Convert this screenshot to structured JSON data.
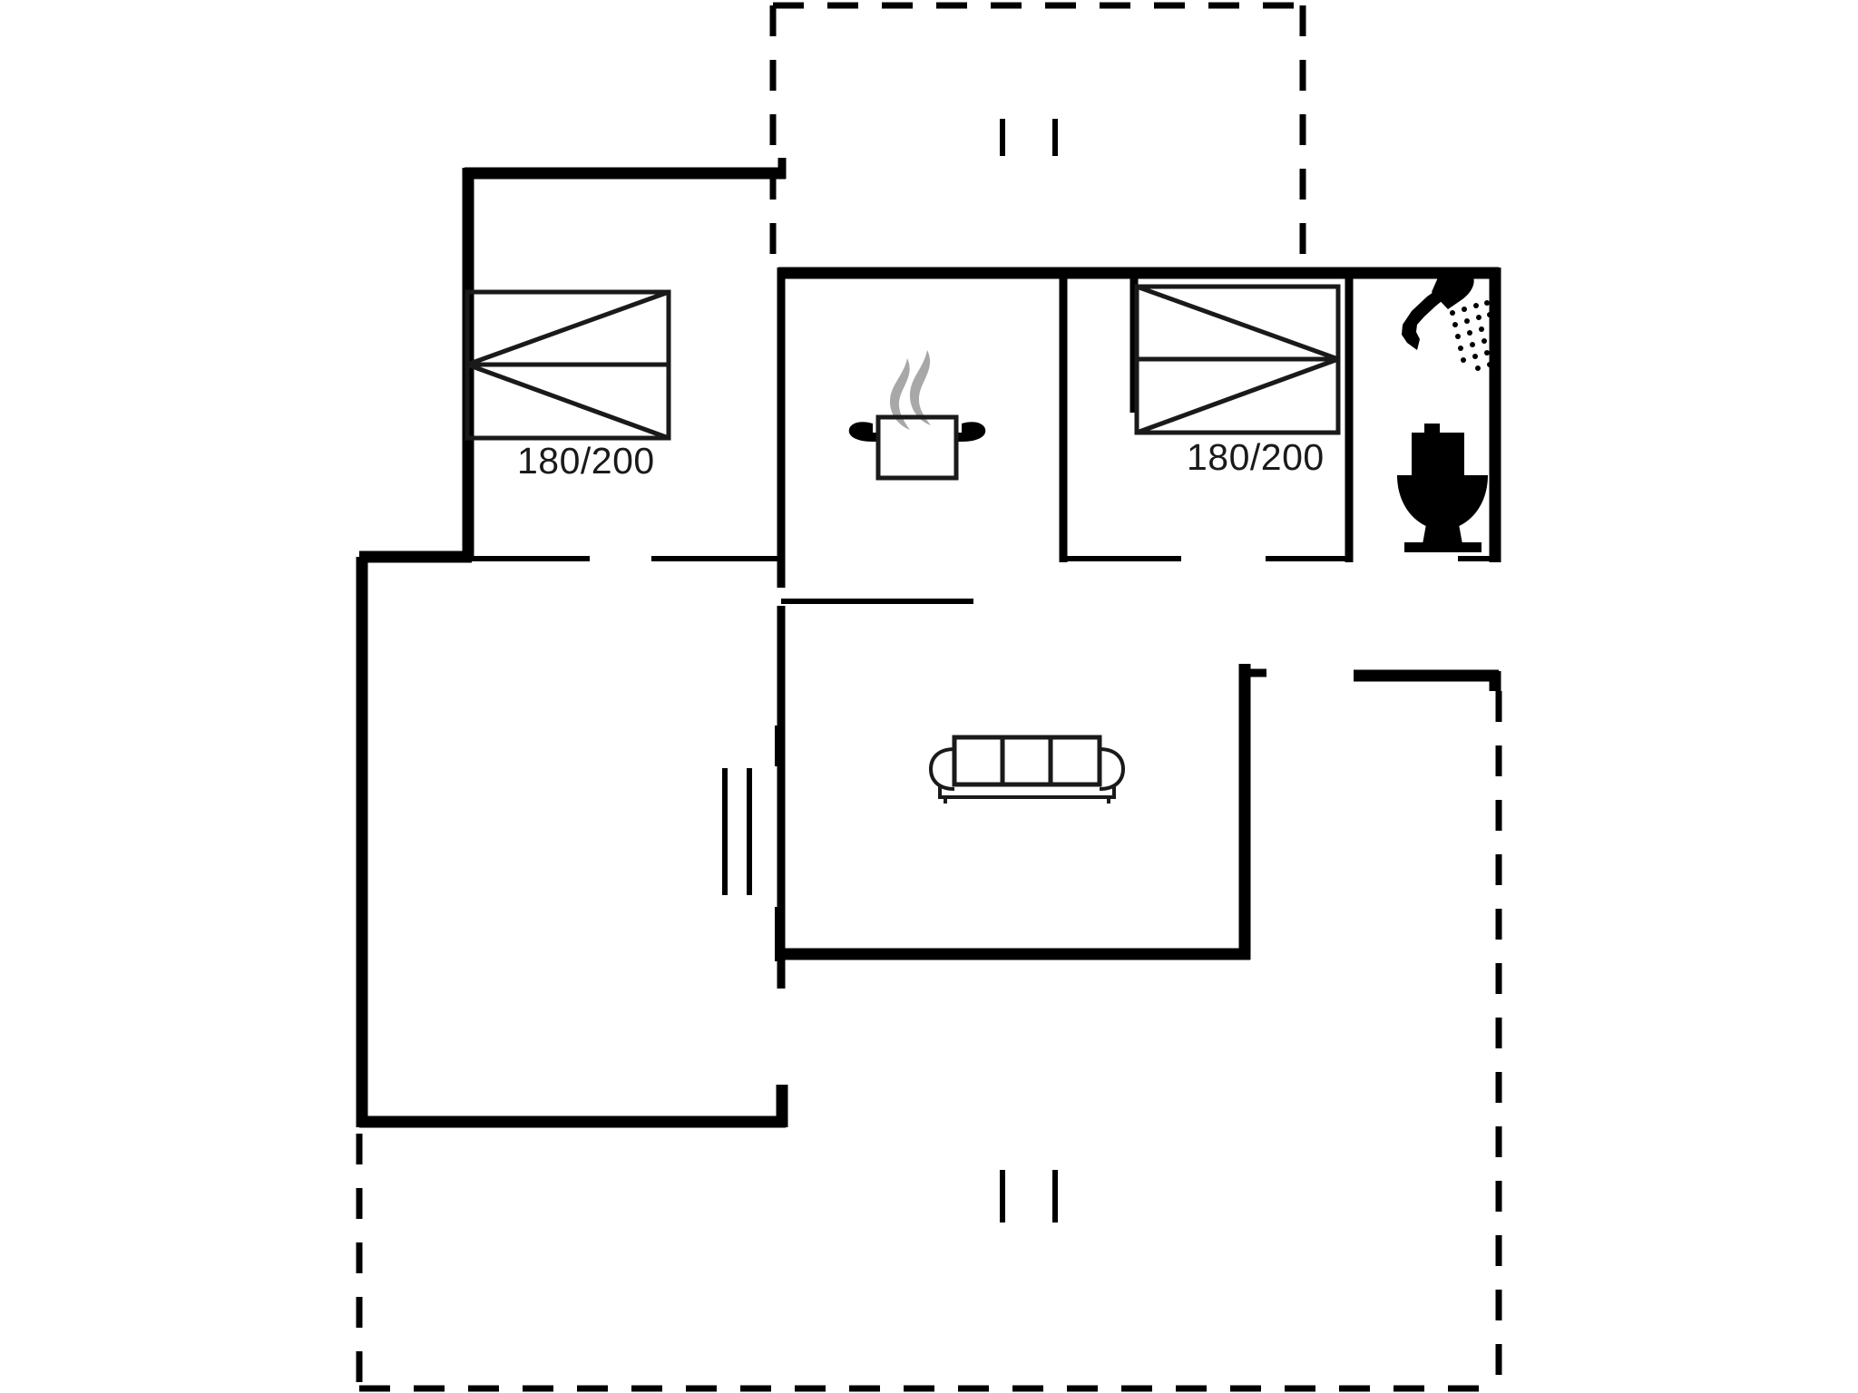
{
  "document": {
    "type": "floor-plan",
    "title": "Holiday house floor plan",
    "background_color": "#ffffff",
    "line_color": "#000000",
    "steam_color": "#a8a8a8"
  },
  "labels": {
    "bed_left_dimension": "180/200",
    "bed_right_dimension": "180/200"
  },
  "icons": {
    "bed_left": "double-bed-icon",
    "bed_right": "double-bed-icon",
    "kitchen": "cooking-pot-icon",
    "shower": "shower-head-icon",
    "toilet": "toilet-icon",
    "sofa": "sofa-icon"
  },
  "rooms": [
    {
      "name": "bedroom-left",
      "furniture": "double-bed",
      "dimension": "180/200"
    },
    {
      "name": "kitchen",
      "furniture": "cooking-pot"
    },
    {
      "name": "bedroom-right",
      "furniture": "double-bed",
      "dimension": "180/200"
    },
    {
      "name": "bathroom",
      "furniture": "shower-and-toilet"
    },
    {
      "name": "living-room",
      "furniture": "sofa"
    },
    {
      "name": "terrace",
      "furniture": "none"
    }
  ],
  "annotations": {
    "dashed_outline_name": "roof-overhang-outline",
    "window_marks_count": 6
  }
}
